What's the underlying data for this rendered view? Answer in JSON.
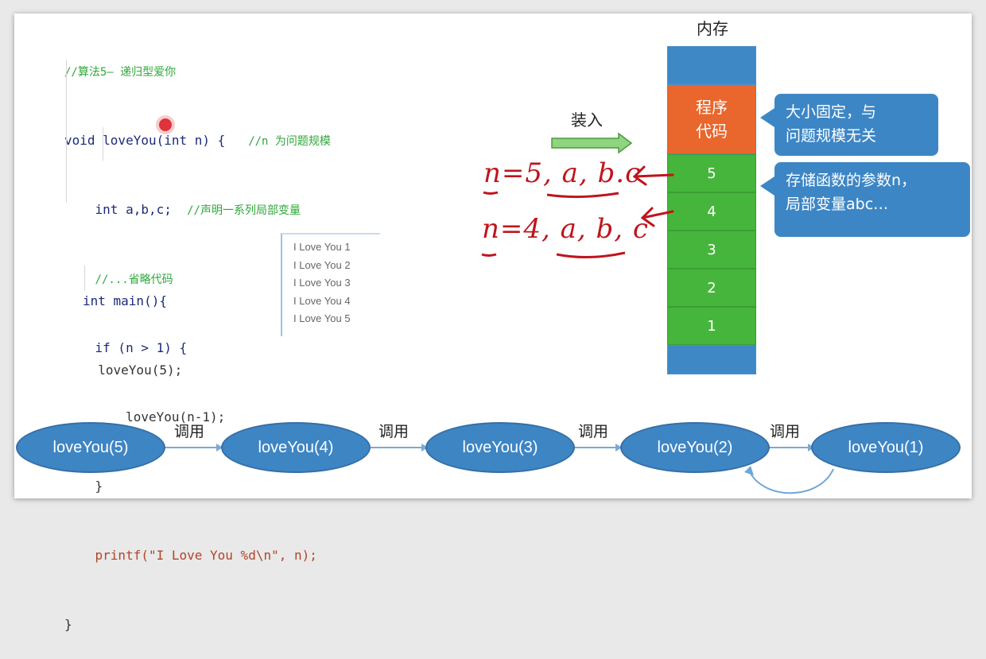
{
  "code": {
    "comment_title": "//算法5— 递归型爱你",
    "fn_sig": "void loveYou(int n) {",
    "fn_comment": "//n 为问题规模",
    "decl": "int a,b,c;",
    "decl_comment": "//声明一系列局部变量",
    "omit": "//...省略代码",
    "if_line": "if (n > 1) {",
    "recurse": "loveYou(n-1);",
    "close_if": "}",
    "printf": "printf(\"I Love You %d\\n\", n);",
    "close_fn": "}",
    "main_sig": "int main(){",
    "main_call": "loveYou(5);",
    "close_main": "}"
  },
  "output_lines": [
    "I Love You 1",
    "I Love You 2",
    "I Love You 3",
    "I Love You 4",
    "I Love You 5"
  ],
  "memory": {
    "title": "内存",
    "program_code_line1": "程序",
    "program_code_line2": "代码",
    "frames": [
      "5",
      "4",
      "3",
      "2",
      "1"
    ]
  },
  "load_label": "装入",
  "callouts": {
    "fixed_line1": "大小固定，与",
    "fixed_line2": "问题规模无关",
    "stack_line1": "存储函数的参数n，",
    "stack_line2": "局部变量abc…"
  },
  "handwriting": {
    "line1": "n=5, a, b.c",
    "line2": "n=4, a, b, c"
  },
  "calls": [
    "loveYou(5)",
    "loveYou(4)",
    "loveYou(3)",
    "loveYou(2)",
    "loveYou(1)"
  ],
  "call_label": "调用",
  "colors": {
    "memory_blue": "#3e88c6",
    "program_code_orange": "#e9662c",
    "stack_green": "#46b53c",
    "handwriting_red": "#c0141c",
    "code_comment_green": "#2ea83a"
  }
}
